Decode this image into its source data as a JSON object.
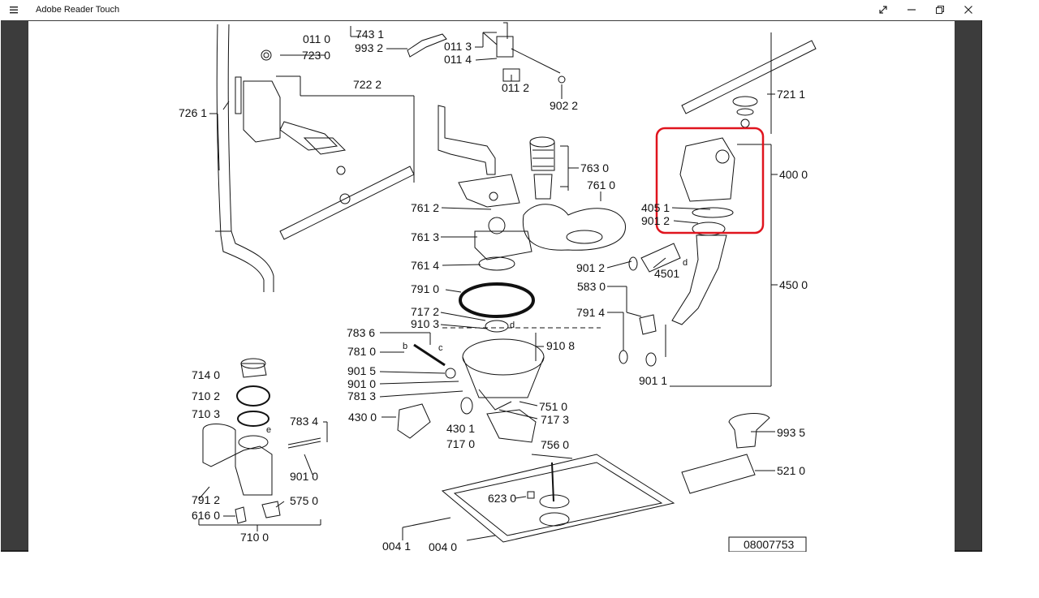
{
  "window": {
    "title": "Adobe Reader Touch",
    "controls": [
      "menu-icon",
      "fullscreen-icon",
      "minimize-icon",
      "restore-icon",
      "close-icon"
    ]
  },
  "document": {
    "drawing_number": "08007753",
    "highlight_color": "#e0141e",
    "part_labels": {
      "p0110": "011 0",
      "p7431": "743 1",
      "p9932": "993 2",
      "p0113": "011 3",
      "p0114": "011 4",
      "p0112": "011 2",
      "p9022": "902 2",
      "p7230": "723 0",
      "p7222": "722 2",
      "p7261": "726 1",
      "p7211": "721 1",
      "p4000": "400 0",
      "p4051": "405 1",
      "p9012a": "901 2",
      "p7630": "763 0",
      "p7610": "761 0",
      "p7612": "761 2",
      "p7613": "761 3",
      "p7614": "761 4",
      "p9012b": "901 2",
      "p4501": "4501",
      "p4500": "450 0",
      "p5830": "583 0",
      "p7910": "791 0",
      "p7914": "791 4",
      "p7172": "717 2",
      "p9103": "910 3",
      "p7836": "783 6",
      "p9108": "910 8",
      "p7810": "781 0",
      "p9015": "901 5",
      "p9010": "901 0",
      "p7813": "781 3",
      "p9011": "901 1",
      "p4300": "430 0",
      "p4301": "430 1",
      "p7510": "751 0",
      "p7173": "717 3",
      "p7170": "717 0",
      "p7560": "756 0",
      "p7140": "714 0",
      "p7102": "710 2",
      "p7103": "710 3",
      "p7834": "783 4",
      "p9010b": "901 0",
      "p7912": "791 2",
      "p5750": "575 0",
      "p6160": "616 0",
      "p7100": "710 0",
      "p6230": "623 0",
      "p9935": "993 5",
      "p5210": "521 0",
      "p0041": "004 1",
      "p0040": "004 0"
    },
    "small_letters": {
      "b": "b",
      "c": "c",
      "d": "d",
      "d2": "d",
      "e": "e"
    }
  }
}
